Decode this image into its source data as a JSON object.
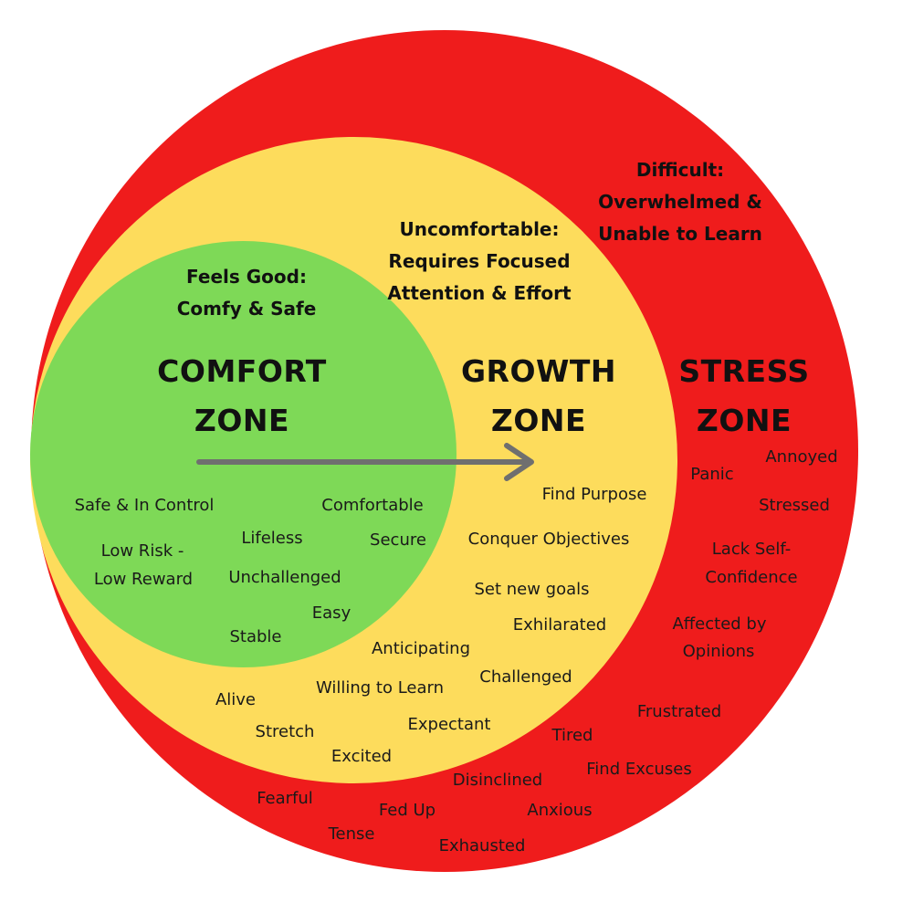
{
  "comfort": {
    "title_line1": "COMFORT",
    "title_line2": "ZONE",
    "desc_line1": "Feels Good:",
    "desc_line2": "Comfy & Safe",
    "words": [
      "Safe & In Control",
      "Comfortable",
      "Lifeless",
      "Secure",
      "Low Risk -",
      "Low Reward",
      "Unchallenged",
      "Easy",
      "Stable"
    ]
  },
  "growth": {
    "title_line1": "GROWTH",
    "title_line2": "ZONE",
    "desc_line1": "Uncomfortable:",
    "desc_line2": "Requires Focused",
    "desc_line3": "Attention & Effort",
    "words": [
      "Find Purpose",
      "Conquer Objectives",
      "Set new goals",
      "Exhilarated",
      "Anticipating",
      "Challenged",
      "Willing to Learn",
      "Alive",
      "Expectant",
      "Stretch",
      "Excited"
    ]
  },
  "stress": {
    "title_line1": "STRESS",
    "title_line2": "ZONE",
    "desc_line1": "Difficult:",
    "desc_line2": "Overwhelmed &",
    "desc_line3": "Unable to Learn",
    "words": [
      "Annoyed",
      "Panic",
      "Stressed",
      "Lack Self-",
      "Confidence",
      "Affected by",
      "Opinions",
      "Frustrated",
      "Tired",
      "Find Excuses",
      "Disinclined",
      "Anxious",
      "Fearful",
      "Fed Up",
      "Tense",
      "Exhausted"
    ]
  },
  "colors": {
    "comfort": "#7ed957",
    "growth": "#fddc5c",
    "stress": "#ef1c1c",
    "arrow": "#6f6f6f"
  }
}
